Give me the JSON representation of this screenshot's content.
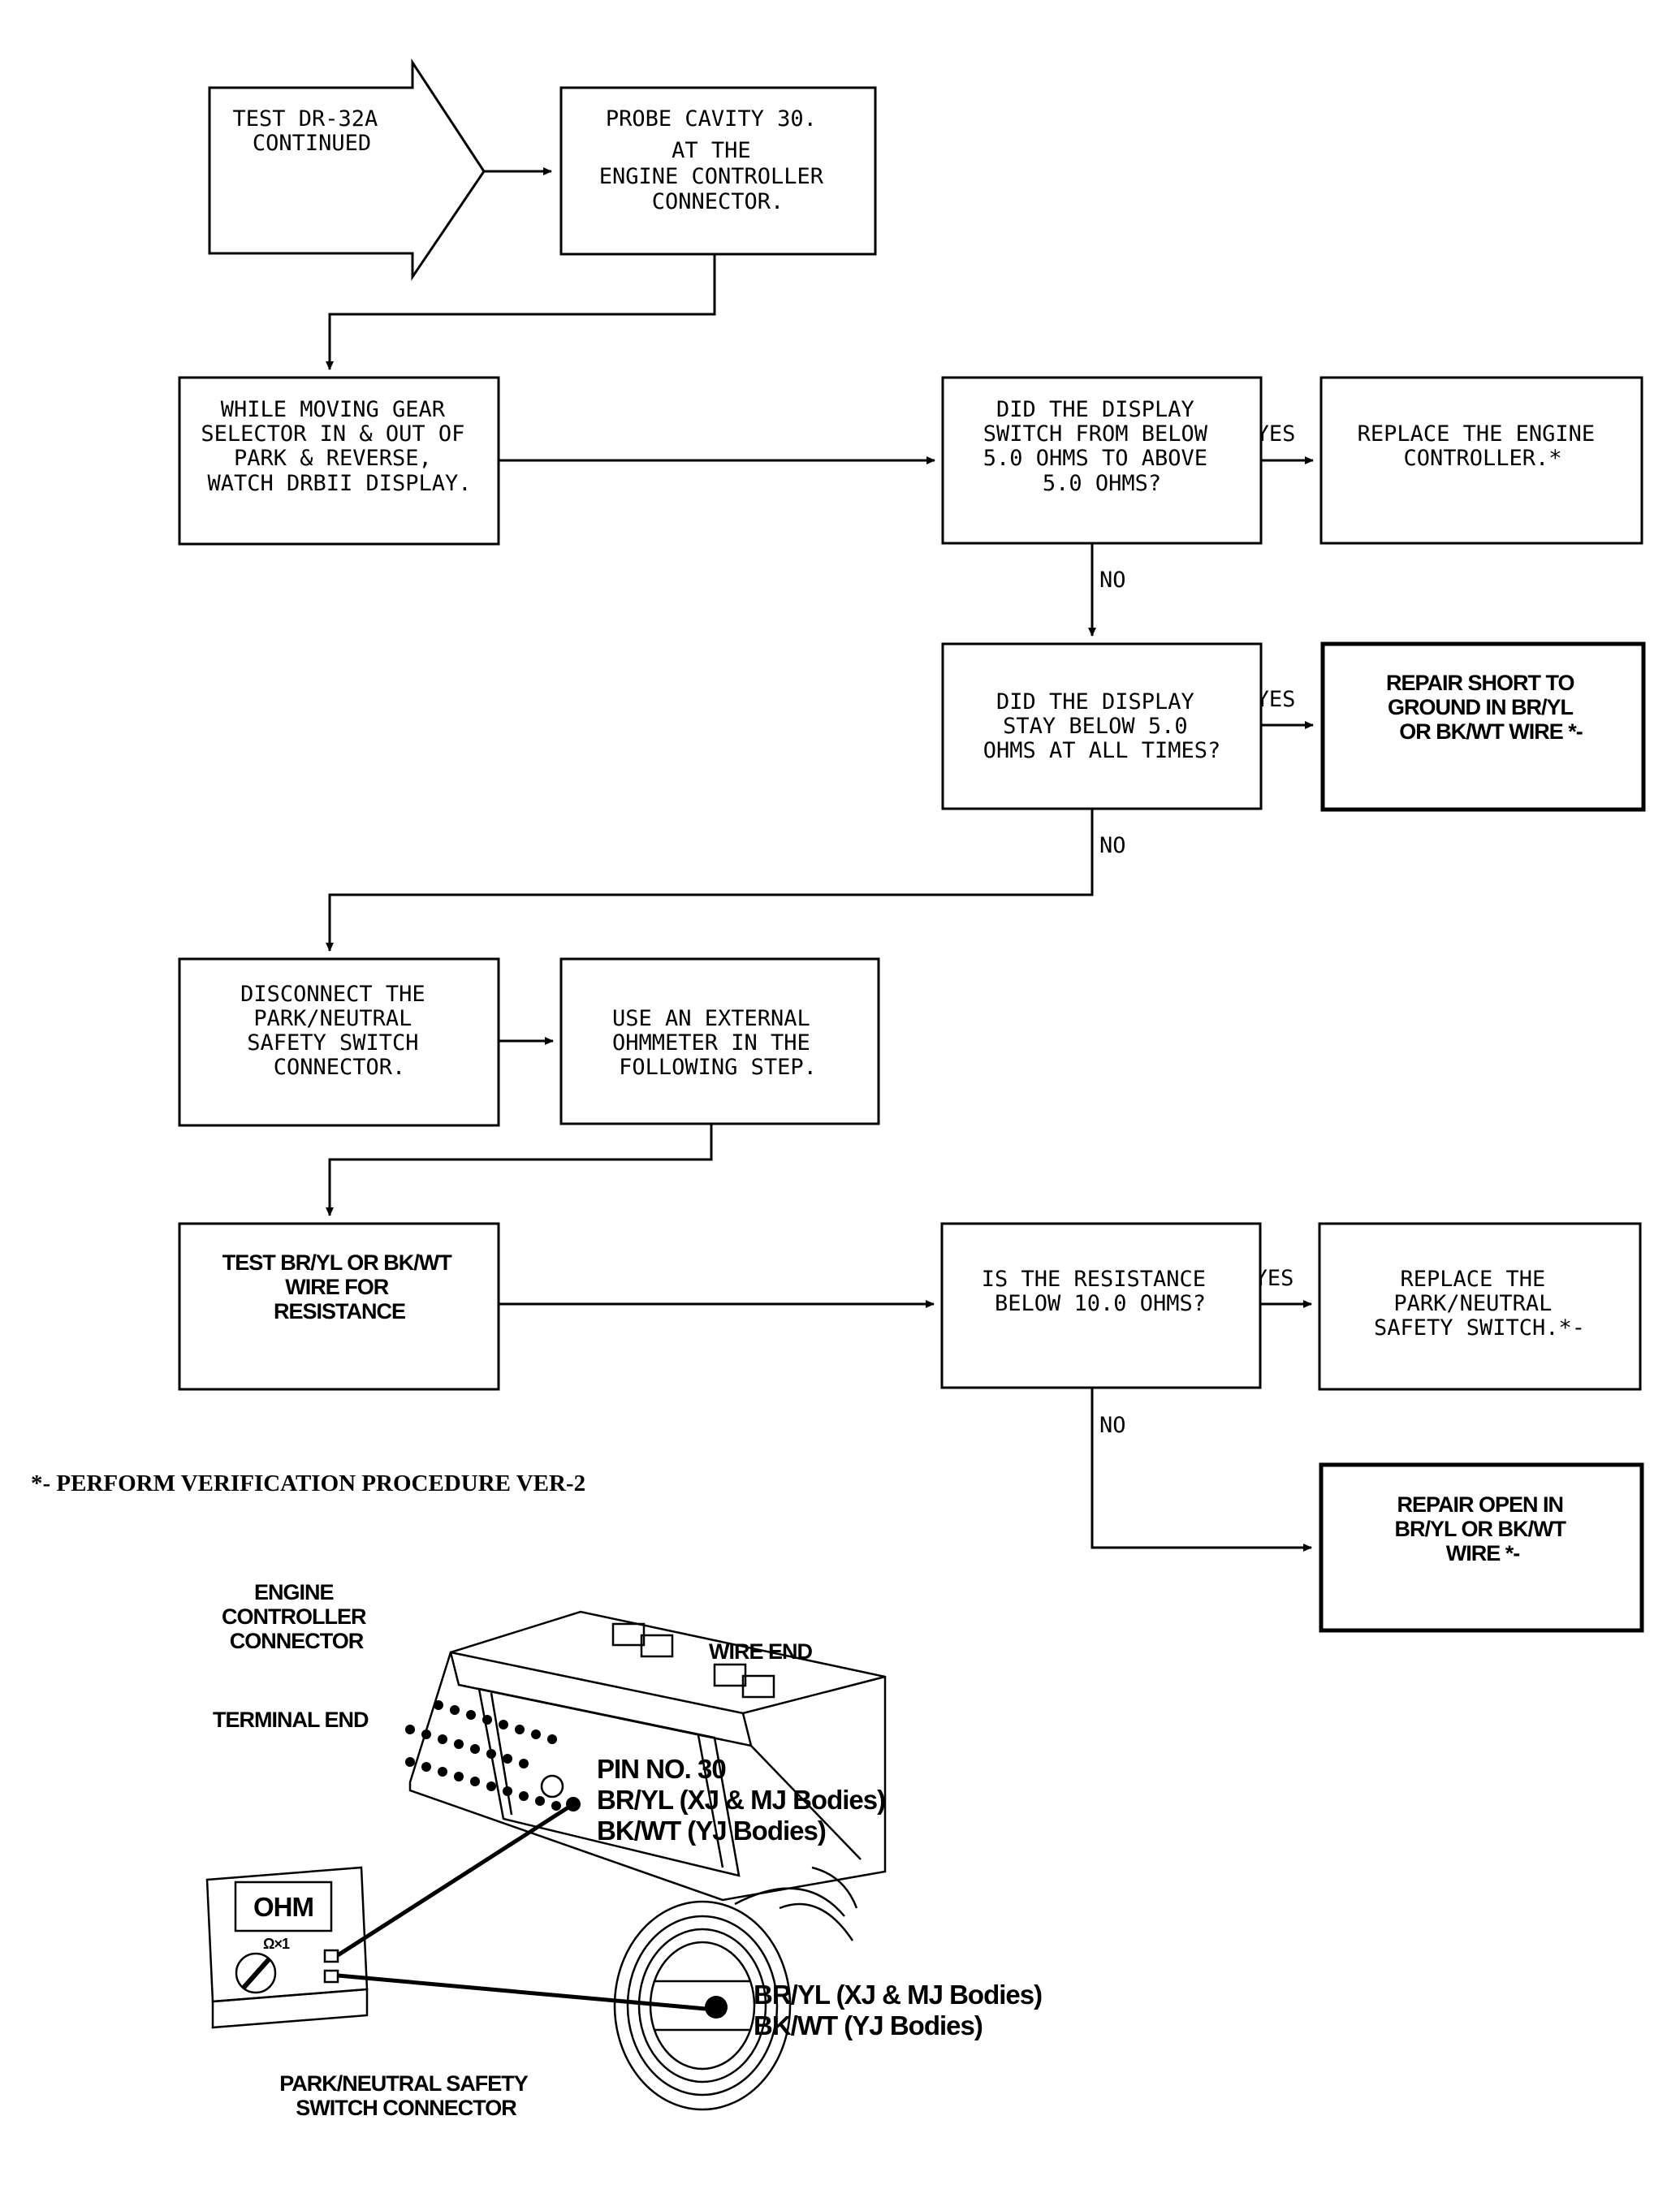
{
  "flowchart": {
    "start_arrow": [
      "TEST DR-32A",
      "CONTINUED"
    ],
    "probe": [
      "PROBE CAVITY 30.",
      "AT THE",
      "ENGINE CONTROLLER",
      "CONNECTOR."
    ],
    "while_moving": [
      "WHILE MOVING GEAR",
      "SELECTOR IN & OUT OF",
      "PARK & REVERSE,",
      "WATCH DRBII DISPLAY."
    ],
    "q_switch": [
      "DID THE DISPLAY",
      "SWITCH FROM BELOW",
      "5.0 OHMS TO ABOVE",
      "5.0 OHMS?"
    ],
    "replace_controller": [
      "REPLACE THE ENGINE",
      "CONTROLLER.*"
    ],
    "q_stay_below": [
      "DID THE DISPLAY",
      "STAY BELOW 5.0",
      "OHMS AT ALL TIMES?"
    ],
    "repair_short": [
      "REPAIR SHORT TO",
      "GROUND IN BR/YL",
      "OR BK/WT WIRE  *-"
    ],
    "disconnect": [
      "DISCONNECT THE",
      "PARK/NEUTRAL",
      "SAFETY SWITCH",
      "CONNECTOR."
    ],
    "use_ohmmeter": [
      "USE AN EXTERNAL",
      "OHMMETER IN THE",
      "FOLLOWING STEP."
    ],
    "test_wire": [
      "TEST BR/YL OR BK/WT",
      "WIRE FOR",
      "RESISTANCE"
    ],
    "q_resistance": [
      "IS THE RESISTANCE",
      "BELOW 10.0 OHMS?"
    ],
    "replace_switch": [
      "REPLACE THE",
      "PARK/NEUTRAL",
      "SAFETY SWITCH.*-"
    ],
    "repair_open": [
      "REPAIR OPEN IN",
      "BR/YL OR BK/WT",
      "WIRE  *-"
    ],
    "yes_label": "YES",
    "no_label": "NO"
  },
  "footnote": "*- PERFORM VERIFICATION PROCEDURE VER-2",
  "illustration": {
    "engine_connector": [
      "ENGINE",
      "CONTROLLER",
      "CONNECTOR"
    ],
    "wire_end": "WIRE END",
    "terminal_end": "TERMINAL END",
    "pin_label": [
      "PIN NO. 30",
      "BR/YL (XJ & MJ Bodies)",
      "BK/WT (YJ Bodies)"
    ],
    "meter_display": "OHM",
    "meter_range": "Ω×1",
    "switch_wire_label": [
      "BR/YL (XJ & MJ Bodies)",
      "BK/WT (YJ Bodies)"
    ],
    "switch_connector": [
      "PARK/NEUTRAL SAFETY",
      "SWITCH CONNECTOR"
    ]
  }
}
